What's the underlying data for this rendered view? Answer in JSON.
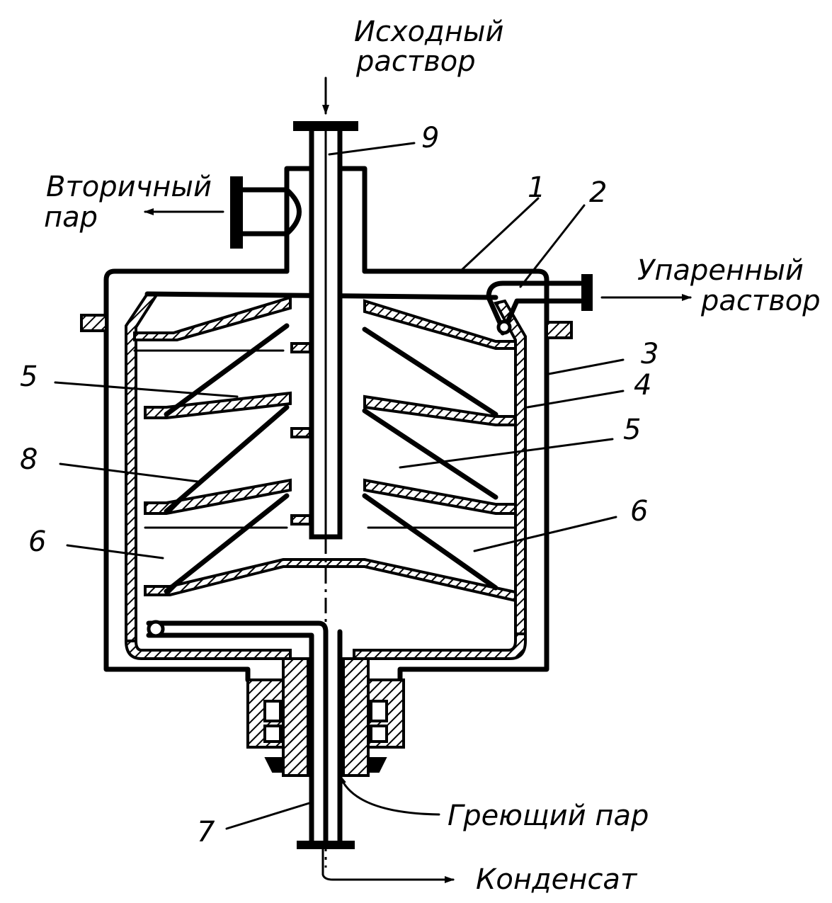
{
  "labels": {
    "feed_line1": "Исходный",
    "feed_line2": "раствор",
    "vapor_line1": "Вторичный",
    "vapor_line2": "пар",
    "product_line1": "Упаренный",
    "product_line2": "раствор",
    "steam": "Греющий пар",
    "condensate": "Конденсат"
  },
  "callouts": {
    "n1": "1",
    "n2": "2",
    "n3": "3",
    "n4": "4",
    "n5a": "5",
    "n5b": "5",
    "n6a": "6",
    "n6b": "6",
    "n7": "7",
    "n8": "8",
    "n9": "9"
  }
}
